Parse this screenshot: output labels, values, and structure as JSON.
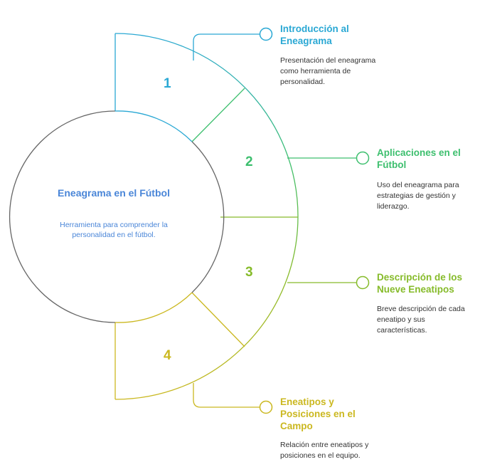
{
  "center": {
    "title": "Eneagrama en el Fútbol",
    "description": "Herramienta para comprender la personalidad en el fútbol."
  },
  "items": [
    {
      "number": "1",
      "title": "Introducción al Eneagrama",
      "description": "Presentación del eneagrama como herramienta de personalidad.",
      "color": "#2aa8d4"
    },
    {
      "number": "2",
      "title": "Aplicaciones en el Fútbol",
      "description": "Uso del eneagrama para estrategias de gestión y liderazgo.",
      "color": "#3dbf6e"
    },
    {
      "number": "3",
      "title": "Descripción de los Nueve Eneatipos",
      "description": "Breve descripción de cada eneatipo y sus características.",
      "color": "#86bb2a"
    },
    {
      "number": "4",
      "title": "Eneatipos y Posiciones en el Campo",
      "description": "Relación entre eneatipos y posiciones en el equipo.",
      "color": "#cbb820"
    }
  ],
  "colors": {
    "center_circle": "#666666",
    "center_text": "#4a86d8"
  }
}
